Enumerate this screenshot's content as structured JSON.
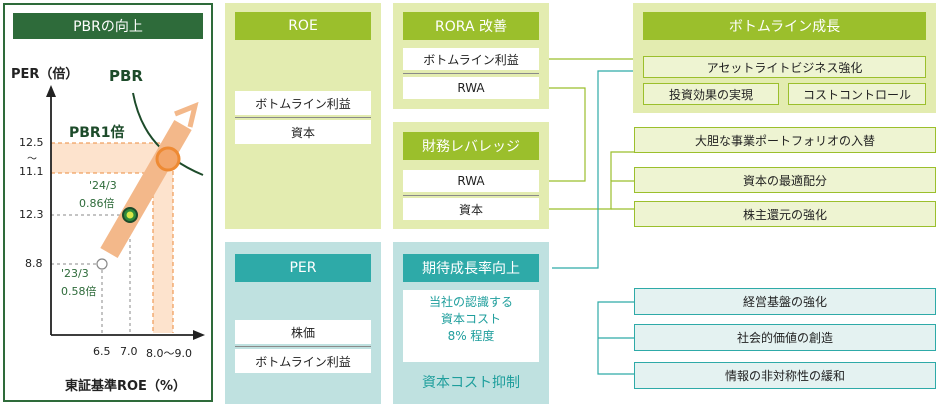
{
  "chart_panel": {
    "title": "PBRの向上",
    "y_axis_label": "PER（倍）",
    "x_axis_label": "東証基準ROE（%）",
    "curve_label": "PBR",
    "pbr1_label": "PBR1倍",
    "y_ticks": [
      "12.5",
      "～",
      "11.1",
      "12.3",
      "8.8"
    ],
    "x_ticks": [
      "6.5",
      "7.0",
      "8.0～9.0"
    ],
    "point_2403": {
      "label_period": "'24/3",
      "label_value": "0.86倍"
    },
    "point_2303": {
      "label_period": "'23/3",
      "label_value": "0.58倍"
    }
  },
  "roe": {
    "title": "ROE",
    "numerator": "ボトムライン利益",
    "denominator": "資本"
  },
  "per": {
    "title": "PER",
    "numerator": "株価",
    "denominator": "ボトムライン利益"
  },
  "rora": {
    "title": "RORA 改善",
    "numerator": "ボトムライン利益",
    "denominator": "RWA"
  },
  "leverage": {
    "title": "財務レバレッジ",
    "numerator": "RWA",
    "denominator": "資本"
  },
  "growth": {
    "title": "期待成長率向上",
    "cost_text": [
      "当社の認識する",
      "資本コスト",
      "8% 程度"
    ],
    "cost_footer": "資本コスト抑制"
  },
  "bottomline": {
    "title": "ボトムライン成長",
    "items": [
      "アセットライトビジネス強化",
      "投資効果の実現",
      "コストコントロール"
    ]
  },
  "green_items": [
    "大胆な事業ポートフォリオの入替",
    "資本の最適配分",
    "株主還元の強化"
  ],
  "teal_items": [
    "経営基盤の強化",
    "社会的価値の創造",
    "情報の非対称性の緩和"
  ],
  "colors": {
    "green_dark": "#9bbf2c",
    "green_light": "#e3ecb0",
    "teal_dark": "#2eaaa8",
    "teal_light": "#bfe1e0",
    "frame": "#2e6b3a",
    "orange": "#f0a060"
  }
}
